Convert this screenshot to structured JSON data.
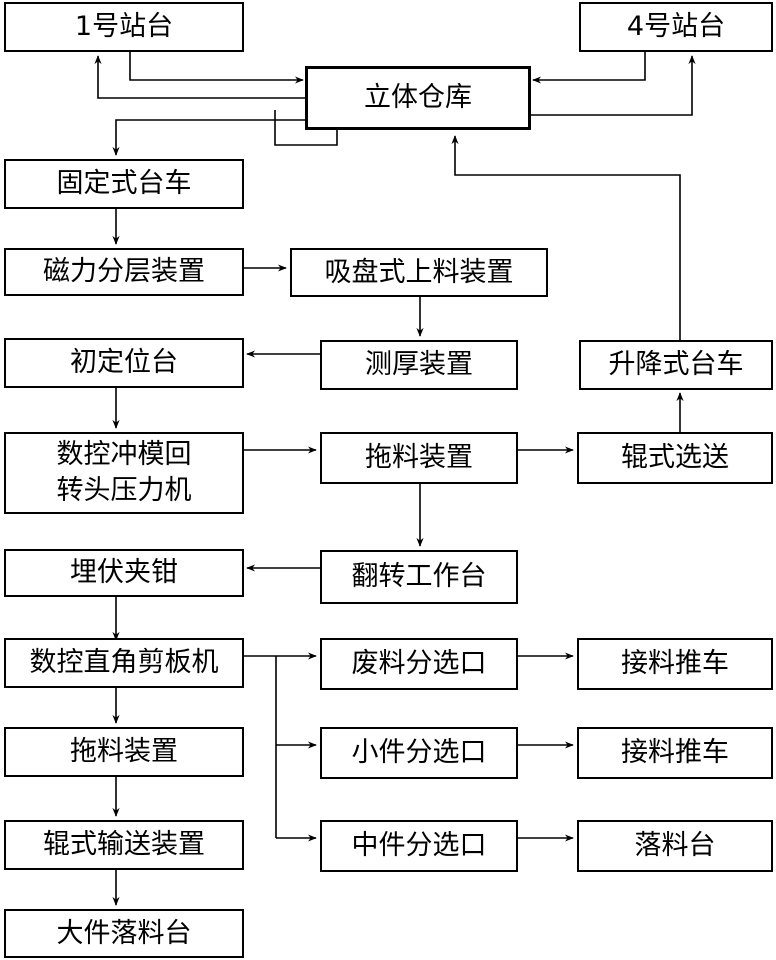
{
  "nodes": {
    "station1": "1号站台",
    "station4": "4号站台",
    "warehouse": "立体仓库",
    "fixed_cart": "固定式台车",
    "magnetic_layering": "磁力分层装置",
    "suction_loading": "吸盘式上料装置",
    "initial_positioning": "初定位台",
    "thickness_measuring": "测厚装置",
    "lifting_cart": "升降式台车",
    "cnc_punch_press": "数控冲模回\n转头压力机",
    "dragging_device_1": "拖料装置",
    "roller_selection": "辊式选送",
    "clamp": "埋伏夹钳",
    "flip_table": "翻转工作台",
    "cnc_shear": "数控直角剪板机",
    "scrap_outlet": "废料分选口",
    "cart_1": "接料推车",
    "dragging_device_2": "拖料装置",
    "small_outlet": "小件分选口",
    "cart_2": "接料推车",
    "roller_conveyor": "辊式输送装置",
    "medium_outlet": "中件分选口",
    "drop_table_medium": "落料台",
    "large_drop_table": "大件落料台"
  }
}
